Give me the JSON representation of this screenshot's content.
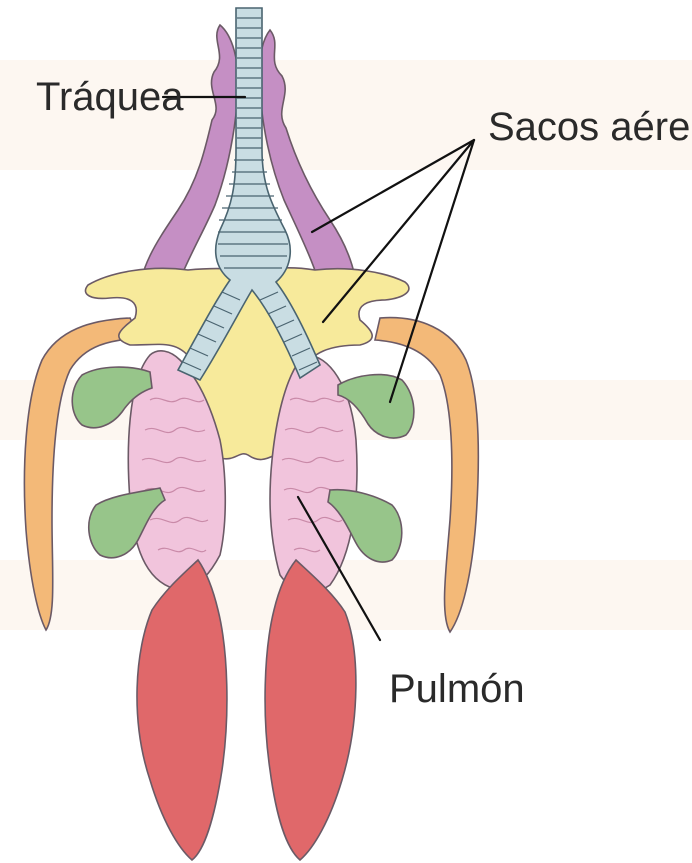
{
  "labels": {
    "trachea": "Tráquea",
    "air_sacs": "Sacos aéreos",
    "lung": "Pulmón"
  },
  "colors": {
    "background": "#ffffff",
    "watermark": "#fbf4ec",
    "purple_sac": "#c58fc4",
    "yellow_sac": "#f7ea9b",
    "orange_sac": "#f3b978",
    "green_sac": "#97c58a",
    "lung": "#f1c4dc",
    "red_sac": "#e0686a",
    "trachea": "#c9dde3"
  },
  "icons": {
    "diagram": "bird-respiratory-system"
  }
}
